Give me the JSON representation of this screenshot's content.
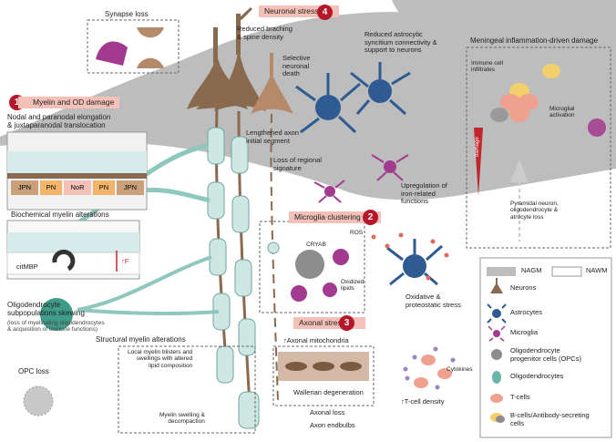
{
  "colors": {
    "nagm_gray": "#b9b9b9",
    "neuron_brown": "#8a6a4e",
    "astrocyte_blue": "#2f5b93",
    "microglia_purple": "#a23a8f",
    "opc_gray": "#8d8d8d",
    "oligo_teal": "#67b6a8",
    "myelin_teal": "#cfe7e3",
    "tcell_pink": "#f0a08f",
    "bcell_yellow": "#f3cf6b",
    "header_red": "#b5172a",
    "header_pink": "#f3c1b8",
    "damage_red": "#c0272d"
  },
  "sections": {
    "synapse_loss": "Synapse loss",
    "neuronal_stress": {
      "number": "4",
      "title": "Neuronal stress"
    },
    "myelin_od": {
      "number": "1",
      "title": "Myelin and OD damage"
    },
    "microglia_clustering": {
      "number": "2",
      "title": "Microglia clustering"
    },
    "axonal_stress": {
      "number": "3",
      "title": "Axonal stress"
    },
    "meningeal": "Meningeal inflammation-driven damage"
  },
  "labels": {
    "reduced_branching": "Reduced braching\n& spine density",
    "selective_death": "Selective\nneuronal\ndeath",
    "reduced_astro": "Reduced astrocytic\nsyncitium connectivity &\nsupport to neurons",
    "lengthened_axon": "Lengthened axon\ninitial segment",
    "loss_regional": "Loss  of regional\nsignature",
    "iron": "Upregulation of\niron-related\nfunctions",
    "oxidative": "Oxidative &\nproteostatic stress",
    "nodal": "Nodal and paranodal elongation\n& juxtaparanodal translocation",
    "biochemical": "Biochemical myelin alterations",
    "citmbp": "citMBP",
    "tf": "↑F",
    "oligo_skew_title": "Oligodendrocyte\nsubpopulations skewing",
    "oligo_skew_note": "(loss of myelinating oligodendrocytes\n& acquisition of immune functions)",
    "structural": "Structural myelin alterations",
    "blisters": "Local myelin blisters and\nswellings with altered\nlipid composition",
    "swelling": "Myelin swelling &\ndecompaction",
    "opc_loss": "OPC loss",
    "cryab": "CRYAB",
    "ros": "ROS",
    "oxidized_lipids": "Oxidized\nlipids",
    "axonal_mito": "↑Axonal mitochondria",
    "wallerian": "Wallerian degeneration",
    "axonal_loss": "Axonal loss",
    "endbulbs": "Axon endbulbs",
    "cytokines": "Cytokines",
    "tcell_density": "↑T-cell density",
    "immune_infiltrates": "Immune cell\ninfiltrates",
    "microglial_activation": "Microglial\nactivation",
    "damage": "damage",
    "pyramidal": "Pyramidal neuron,\noligodendrocyte &\natrocyte loss"
  },
  "node_segments": [
    "JPN",
    "PN",
    "NoR",
    "PN",
    "JPN"
  ],
  "legend": {
    "nagm": "NAGM",
    "nawm": "NAWM",
    "items": [
      {
        "icon": "neuron-icon",
        "label": "Neurons"
      },
      {
        "icon": "astrocyte-icon",
        "label": "Astrocytes"
      },
      {
        "icon": "microglia-icon",
        "label": "Microglia"
      },
      {
        "icon": "opc-icon",
        "label": "Oligodendrocyte\nprogenitor cells (OPCs)"
      },
      {
        "icon": "oligodendrocyte-icon",
        "label": "Oligodendrocytes"
      },
      {
        "icon": "tcell-icon",
        "label": "T-cells"
      },
      {
        "icon": "bcell-icon",
        "label": "B-cells/Antibody-secreting\ncells"
      }
    ]
  }
}
